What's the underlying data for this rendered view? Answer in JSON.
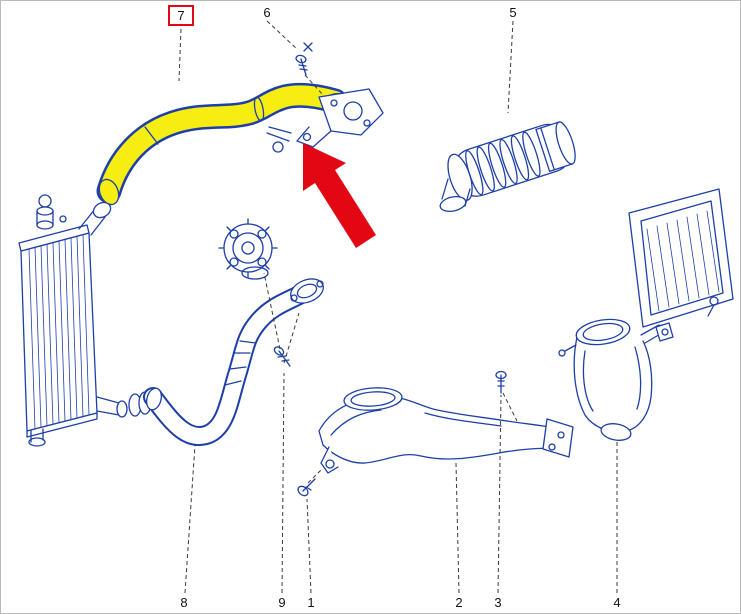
{
  "diagram": {
    "selected_part": "7",
    "callouts": [
      {
        "text": "7",
        "selected": true
      },
      {
        "text": "6",
        "selected": false
      },
      {
        "text": "5",
        "selected": false
      },
      {
        "text": "8",
        "selected": false
      },
      {
        "text": "9",
        "selected": false
      },
      {
        "text": "1",
        "selected": false
      },
      {
        "text": "2",
        "selected": false
      },
      {
        "text": "3",
        "selected": false
      },
      {
        "text": "4",
        "selected": false
      }
    ],
    "colors": {
      "line_art": "#1e3fa8",
      "part_highlight": "#f6ee13",
      "arrow": "#e30613",
      "selected_callout_border": "#e30613",
      "callout_text": "#111111",
      "leader_line": "#3a3a3a",
      "background": "#ffffff"
    }
  }
}
